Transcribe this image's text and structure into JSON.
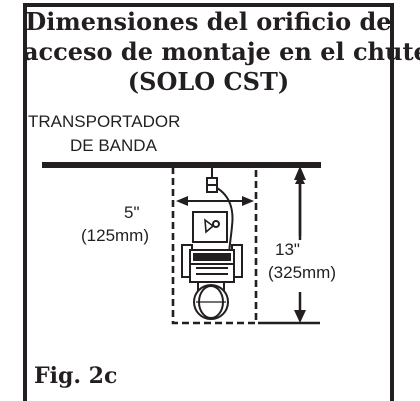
{
  "title": {
    "line1": "Dimensiones del orificio de",
    "line2": "acceso de montaje en el chute",
    "line3": "(SOLO CST)"
  },
  "diagram": {
    "conveyor_label_line1": "TRANSPORTADOR",
    "conveyor_label_line2": "DE BANDA",
    "width_label": "5\"",
    "width_label_metric": "(125mm)",
    "height_label": "13\"",
    "height_label_metric": "(325mm)",
    "icons": [
      "conveyor-belt-line",
      "dashed-access-opening",
      "mounting-bracket-icon",
      "roller-assembly-icon",
      "dimension-arrows"
    ],
    "colors": {
      "ink": "#231f20",
      "background": "#ffffff"
    }
  },
  "figure_label": "Fig. 2c"
}
